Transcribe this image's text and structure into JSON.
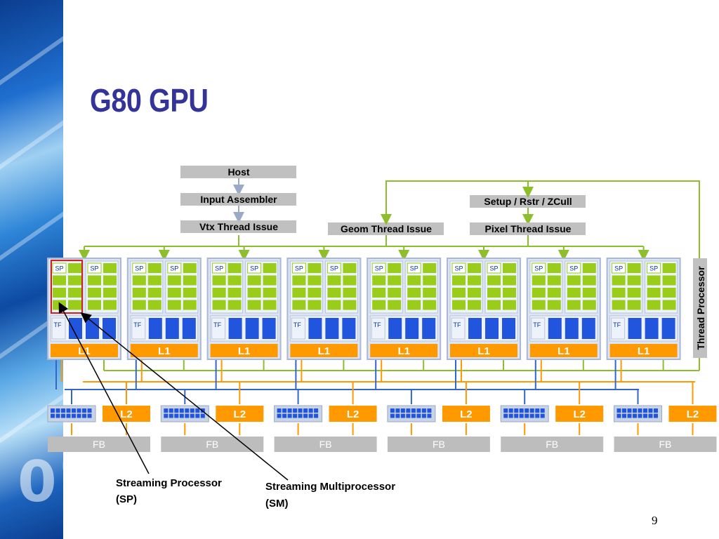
{
  "slide": {
    "title": "G80 GPU",
    "page_number": "9"
  },
  "pipeline": {
    "host": "Host",
    "input_assembler": "Input Assembler",
    "vtx_thread_issue": "Vtx Thread Issue",
    "geom_thread_issue": "Geom Thread Issue",
    "setup": "Setup / Rstr / ZCull",
    "pixel_thread_issue": "Pixel Thread Issue",
    "thread_processor": "Thread Processor"
  },
  "cluster": {
    "count": 8,
    "sp_label": "SP",
    "tf_label": "TF",
    "l1_label": "L1"
  },
  "memory": {
    "count": 6,
    "l2_label": "L2",
    "fb_label": "FB"
  },
  "annotations": {
    "sp_line1": "Streaming Processor",
    "sp_line2": "(SP)",
    "sm_line1": "Streaming Multiprocessor",
    "sm_line2": "(SM)"
  },
  "colors": {
    "title": "#33339a",
    "green_bus": "#8dbf2c",
    "orange": "#ff9900",
    "blue": "#3366cc",
    "label_gray": "#c0c0c0",
    "cluster_border": "#a9b8d6",
    "sp_green": "#9acd1a",
    "tf_blue": "#2255dd",
    "highlight": "#cc2222"
  }
}
